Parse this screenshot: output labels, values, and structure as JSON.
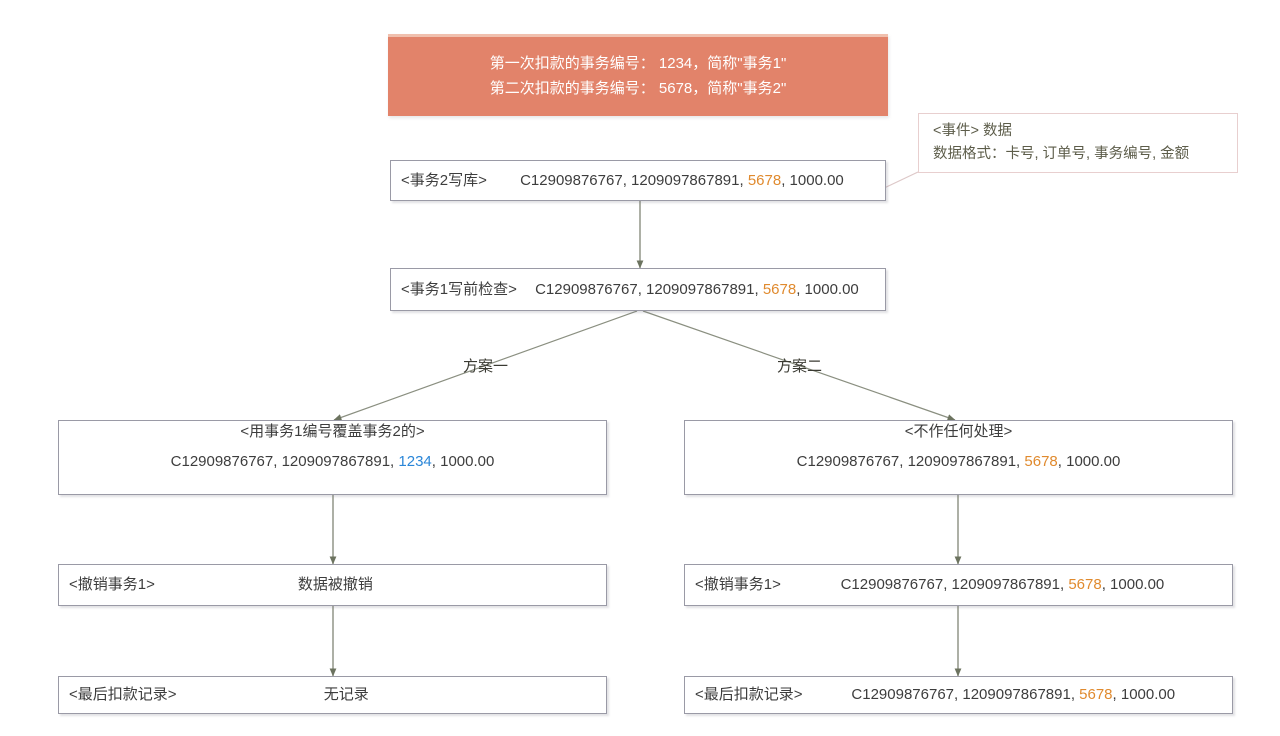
{
  "banner": {
    "line1": "第一次扣款的事务编号： 1234，简称\"事务1\"",
    "line2": "第二次扣款的事务编号： 5678，简称\"事务2\"",
    "bg_color": "#e2836a",
    "text_color": "#ffffff"
  },
  "callout": {
    "line1": "<事件> 数据",
    "line2": "数据格式：卡号, 订单号, 事务编号, 金额",
    "border_color": "#e8cfcf",
    "text_color": "#5d5d4a"
  },
  "colors": {
    "transaction2_id": "#e08a2e",
    "transaction1_id": "#2a86d8",
    "box_border": "#9a9aa6",
    "edge": "#8a8f80"
  },
  "nodes": {
    "write_t2": {
      "tag": "<事务2写库>",
      "card": "C12909876767",
      "order": "1209097867891",
      "txn": "5678",
      "amount": "1000.00",
      "sep": ", "
    },
    "precheck_t1": {
      "tag": "<事务1写前检查>",
      "card": "C12909876767",
      "order": "1209097867891",
      "txn": "5678",
      "amount": "1000.00",
      "sep": ", "
    },
    "left_option": {
      "title": "<用事务1编号覆盖事务2的>",
      "card": "C12909876767",
      "order": "1209097867891",
      "txn": "1234",
      "amount": "1000.00",
      "sep": ", "
    },
    "right_option": {
      "title": "<不作任何处理>",
      "card": "C12909876767",
      "order": "1209097867891",
      "txn": "5678",
      "amount": "1000.00",
      "sep": ", "
    },
    "left_rollback": {
      "tag": "<撤销事务1>",
      "payload": "数据被撤销"
    },
    "right_rollback": {
      "tag": "<撤销事务1>",
      "card": "C12909876767",
      "order": "1209097867891",
      "txn": "5678",
      "amount": "1000.00",
      "sep": ", "
    },
    "left_final": {
      "tag": "<最后扣款记录>",
      "payload": "无记录"
    },
    "right_final": {
      "tag": "<最后扣款记录>",
      "card": "C12909876767",
      "order": "1209097867891",
      "txn": "5678",
      "amount": "1000.00",
      "sep": ", "
    }
  },
  "branches": {
    "left_label": "方案一",
    "right_label": "方案二"
  }
}
